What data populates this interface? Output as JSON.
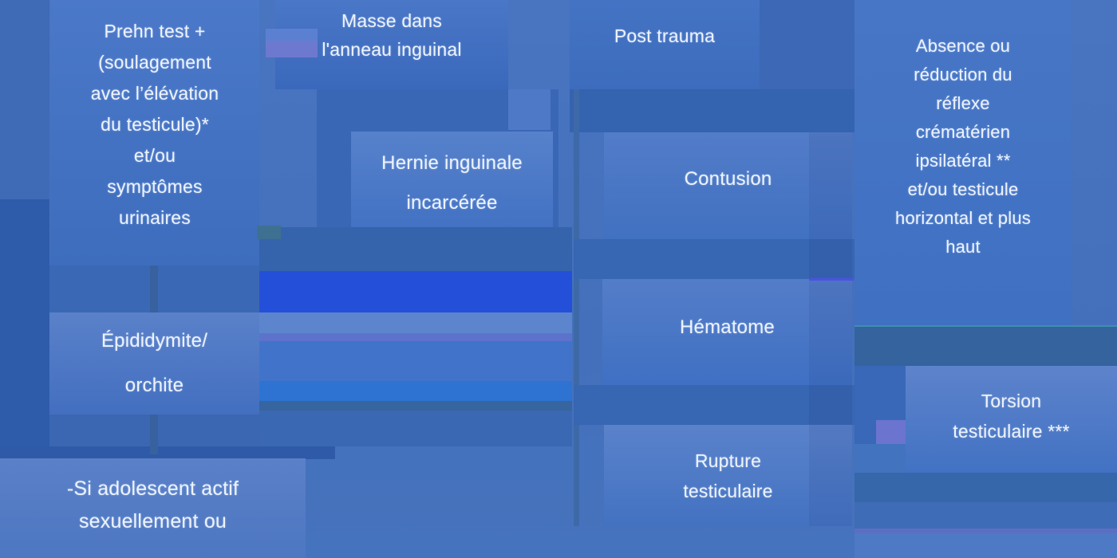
{
  "palette": {
    "background": "#4873bf",
    "box_top": "#5681cb",
    "box_bottom": "#4171c1",
    "vivid_band": "#2450d9",
    "periwinkle_band": "#5c85cd",
    "purple_band": "#5d72cb",
    "bright_band": "#2e73d2",
    "dark_strip": "#2e5cab",
    "lavender_patch": "#6d79ce",
    "teal_patch": "#3e7092",
    "text": "#edf3fc"
  },
  "boxes": {
    "prehn_test": {
      "lines": [
        "Prehn test +",
        "(soulagement",
        "avec l’élévation",
        "du testicule)*",
        "et/ou",
        "symptômes",
        "urinaires"
      ]
    },
    "masse_anneau": {
      "lines": [
        "Masse dans",
        "l'anneau inguinal"
      ]
    },
    "post_trauma": {
      "lines": [
        "Post trauma"
      ]
    },
    "absence_reflexe": {
      "lines": [
        "Absence ou",
        "réduction du",
        "réflexe",
        "crématérien",
        "ipsilatéral **",
        "et/ou testicule",
        "horizontal et plus",
        "haut"
      ]
    },
    "hernie_inguinale": {
      "lines": [
        "Hernie inguinale",
        "incarcérée"
      ]
    },
    "contusion": {
      "lines": [
        "Contusion"
      ]
    },
    "epididymite_orchite": {
      "lines": [
        "Épididymite/",
        "orchite"
      ]
    },
    "hematome": {
      "lines": [
        "Hématome"
      ]
    },
    "rupture_testiculaire": {
      "lines": [
        "Rupture",
        "testiculaire"
      ]
    },
    "torsion_testiculaire": {
      "lines": [
        "Torsion",
        "testiculaire ***"
      ]
    },
    "note_adolescent": {
      "lines": [
        "-Si adolescent actif",
        "sexuellement ou"
      ]
    }
  }
}
